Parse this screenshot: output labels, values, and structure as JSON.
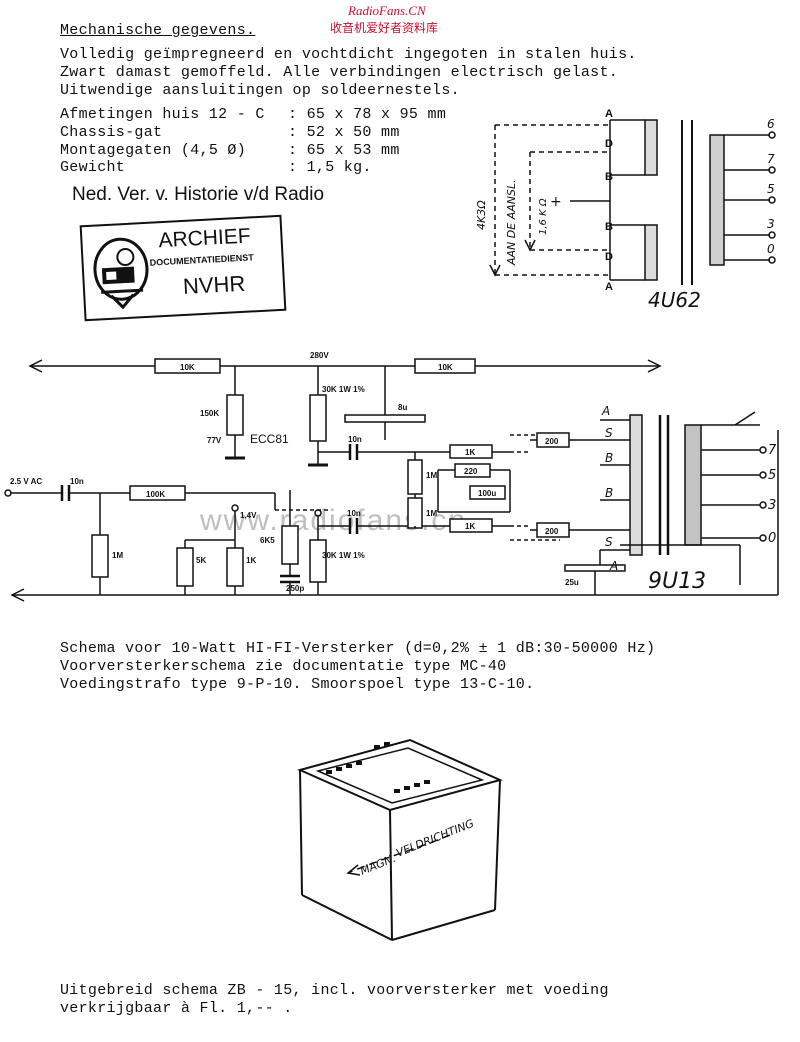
{
  "watermark": {
    "site": "RadioFans.CN",
    "subtitle": "收音机爱好者资料库",
    "overlay": "www.radiofans.cn"
  },
  "mech": {
    "heading": "Mechanische gegevens.",
    "lines": [
      "Volledig geïmpregneerd en vochtdicht ingegoten in stalen huis.",
      "Zwart damast gemoffeld. Alle verbindingen electrisch gelast.",
      "Uitwendige aansluitingen op soldeernestels."
    ],
    "specs": [
      {
        "label": "Afmetingen huis 12 - C",
        "value": ": 65 x 78 x 95 mm"
      },
      {
        "label": "Chassis-gat",
        "value": ": 52 x 50 mm"
      },
      {
        "label": "Montagegaten (4,5 Ø)",
        "value": ": 65 x 53 mm"
      },
      {
        "label": "Gewicht",
        "value": ": 1,5 kg."
      }
    ]
  },
  "stamp": {
    "society": "Ned. Ver. v. Historie v/d Radio",
    "archief": "ARCHIEF",
    "dienst": "DOCUMENTATIEDIENST",
    "nvhr": "NVHR"
  },
  "topdiagram": {
    "terminals_left": [
      "A",
      "D",
      "B",
      "B",
      "D",
      "A"
    ],
    "terminals_right": [
      "6",
      "7",
      "5",
      "3",
      "0"
    ],
    "vert1": "4K3Ω",
    "vert2": "AAN DE AANSL.",
    "vert3": "1,6 K Ω",
    "plus": "+",
    "label": "4U62"
  },
  "schematic": {
    "r_top1": "10K",
    "r_top2": "10K",
    "v280": "280V",
    "r150k": "150K",
    "v77": "77V",
    "tube": "ECC81",
    "r30k_top": "30K 1W 1%",
    "c8u": "8u",
    "c10n_a": "10n",
    "c10n_in": "10n",
    "input": "2.5 V AC",
    "r100k": "100K",
    "r1m_in": "1M",
    "v14": "1,4V",
    "r5k": "5K",
    "r1k_a": "1K",
    "r6k5": "6K5",
    "c250p": "250p",
    "r30k_bot": "30K 1W 1%",
    "c10n_b": "10n",
    "r1k_top": "1K",
    "r1m_a": "1M",
    "r220": "220",
    "c100u": "100u",
    "r1m_b": "1M",
    "r1k_bot": "1K",
    "r200_top": "200",
    "r200_bot": "200",
    "c25u": "25u",
    "term_A_top": "A",
    "term_S_top": "S",
    "term_B_top": "B",
    "term_B_bot": "B",
    "term_S_bot": "S",
    "term_A_bot": "A",
    "out_terms": [
      "7",
      "5",
      "3",
      "0"
    ],
    "label": "9U13"
  },
  "caption": {
    "line1": "Schema voor 10-Watt HI-FI-Versterker (d=0,2% ± 1 dB:30-50000 Hz)",
    "line2": "Voorversterkerschema zie documentatie type MC-40",
    "line3": "Voedingstrafo type 9-P-10. Smoorspoel type 13-C-10."
  },
  "box": {
    "arrow_text1": "MAGN.",
    "arrow_text2": "VELDRICHTING"
  },
  "footer": {
    "line1": "Uitgebreid schema ZB - 15, incl. voorversterker met voeding",
    "line2": "verkrijgbaar à Fl. 1,-- ."
  }
}
